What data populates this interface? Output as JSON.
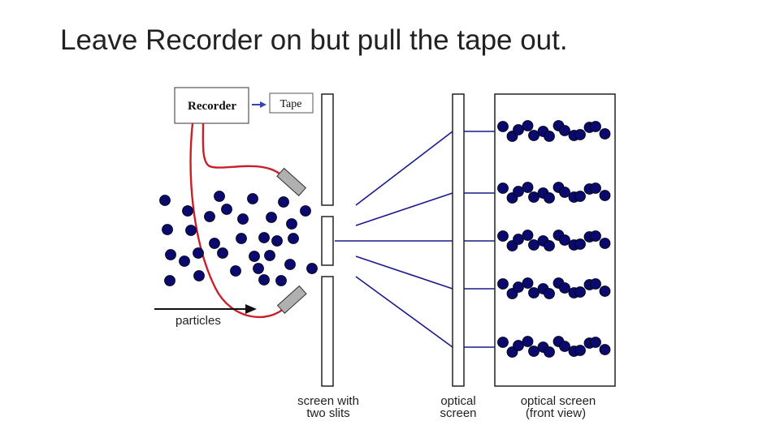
{
  "slide": {
    "title": "Leave Recorder on but pull the tape out."
  },
  "diagram": {
    "recorder_label": "Recorder",
    "tape_label": "Tape",
    "particles_label": "particles",
    "slit_screen_label": [
      "screen with",
      "two slits"
    ],
    "optical_screen_label": [
      "optical",
      "screen"
    ],
    "front_view_label": [
      "optical screen",
      "(front view)"
    ],
    "band_count": 5
  },
  "colors": {
    "particle": "#0a0a6e",
    "wire": "#c8202a",
    "ray": "#1a1a8c",
    "detector": "#b0b0b0",
    "arrow": "#3344bb"
  }
}
